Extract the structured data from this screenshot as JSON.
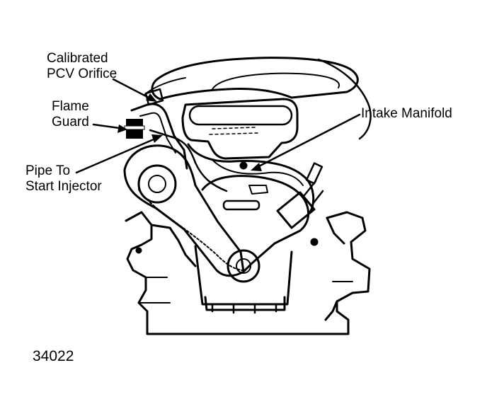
{
  "labels": {
    "calibrated_pcv_orifice": [
      "Calibrated",
      "PCV Orifice"
    ],
    "flame_guard": [
      "Flame",
      "Guard"
    ],
    "pipe_to_start_injector": [
      "Pipe To",
      "Start Injector"
    ],
    "intake_manifold": "Intake Manifold"
  },
  "figure_id": "34022",
  "colors": {
    "ink": "#000000",
    "paper": "#ffffff"
  }
}
